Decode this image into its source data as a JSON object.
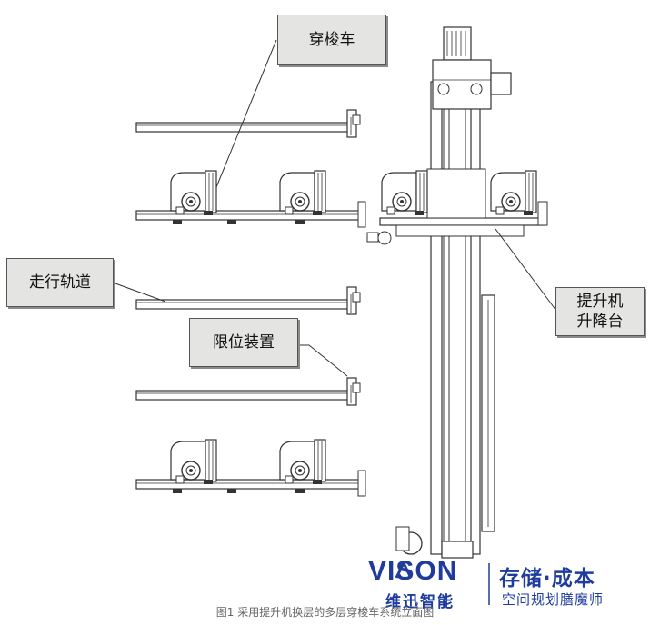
{
  "labels": {
    "shuttle": "穿梭车",
    "track": "走行轨道",
    "limit_device": "限位装置",
    "lift_platform_line1": "提升机",
    "lift_platform_line2": "升降台"
  },
  "logo": {
    "name": "VISON",
    "brand_cn": "维迅智能",
    "slogan": "存储·成本",
    "tagline": "空间规划膳魔师",
    "color": "#1f3c9c"
  },
  "caption": "图1 采用提升机换层的多层穿梭车系统立面图"
}
